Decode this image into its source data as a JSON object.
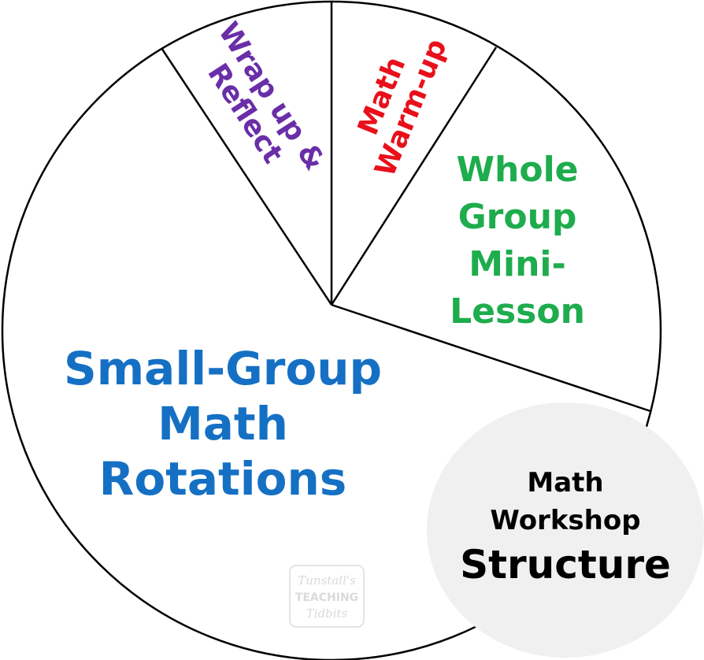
{
  "colors": {
    "wrap_up": "#6a2ea8",
    "warm_up": "#e8101a",
    "mini_lesson": "#1eac4d",
    "small_group": "#1570c4",
    "outline": "#000000",
    "badge_fill": "#f0f0f0"
  },
  "segments": {
    "wrap_up": [
      "Wrap up &",
      "Reflect"
    ],
    "warm_up": [
      "Math",
      "Warm-up"
    ],
    "mini_lesson": [
      "Whole",
      "Group",
      "Mini-",
      "Lesson"
    ],
    "small_group": [
      "Small-Group",
      "Math",
      "Rotations"
    ]
  },
  "badge": {
    "line1": "Math",
    "line2": "Workshop",
    "line3": "Structure"
  },
  "watermark": {
    "line1": "Tunstall's",
    "line2": "TEACHING",
    "line3": "Tidbits"
  }
}
